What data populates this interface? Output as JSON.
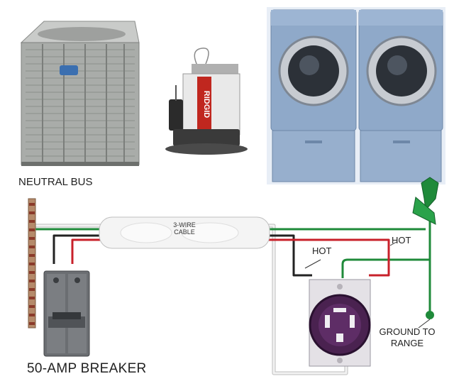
{
  "labels": {
    "neutral_bus": "NEUTRAL BUS",
    "cable_line1": "3-WIRE",
    "cable_line2": "CABLE",
    "hot_left": "HOT",
    "hot_right": "HOT",
    "ground_line1": "GROUND TO",
    "ground_line2": "RANGE",
    "breaker": "50-AMP BREAKER",
    "brand": "RIDGID"
  },
  "colors": {
    "hot_wire": "#c8202a",
    "ground_wire": "#1f8a3a",
    "neutral_wire": "#e8e8e8",
    "black_wire": "#222222",
    "washer_blue": "#8fa9c9"
  }
}
